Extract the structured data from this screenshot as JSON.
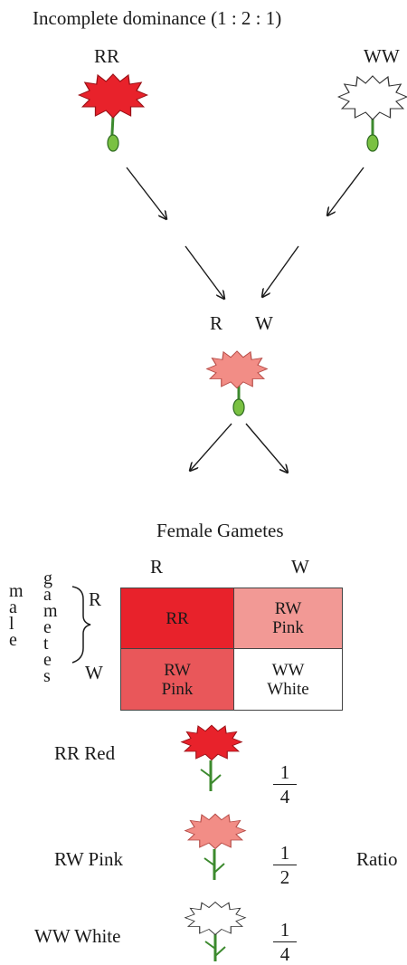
{
  "title": "Incomplete dominance (1 : 2 : 1)",
  "parents": {
    "left": "RR",
    "right": "WW"
  },
  "f1": {
    "left_allele": "R",
    "right_allele": "W"
  },
  "punnett": {
    "header": "Female Gametes",
    "col_labels": [
      "R",
      "W"
    ],
    "row_labels": [
      "R",
      "W"
    ],
    "side_label_1": "male",
    "side_label_2": "gametes",
    "cells": [
      [
        {
          "line1": "RR",
          "line2": ""
        },
        {
          "line1": "RW",
          "line2": "Pink"
        }
      ],
      [
        {
          "line1": "RW",
          "line2": "Pink"
        },
        {
          "line1": "WW",
          "line2": "White"
        }
      ]
    ],
    "colors": {
      "red": "#e8222b",
      "pink": "#f29995",
      "mid": "#e9575a",
      "white": "#ffffff"
    }
  },
  "results": [
    {
      "label": "RR Red",
      "num": "1",
      "den": "4"
    },
    {
      "label": "RW Pink",
      "num": "1",
      "den": "2"
    },
    {
      "label": "WW  White",
      "num": "1",
      "den": "4"
    }
  ],
  "ratio_label": "Ratio",
  "flower_icons": [
    "red-carnation-icon",
    "white-carnation-icon",
    "pink-carnation-icon"
  ]
}
